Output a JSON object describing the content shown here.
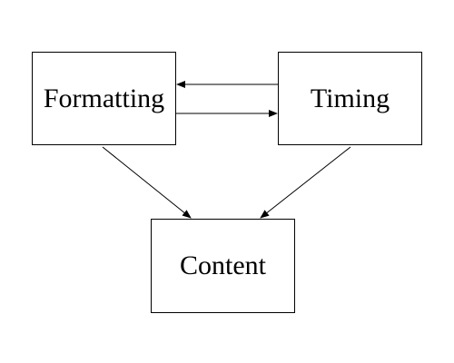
{
  "diagram": {
    "nodes": {
      "formatting": {
        "label": "Formatting"
      },
      "timing": {
        "label": "Timing"
      },
      "content": {
        "label": "Content"
      }
    },
    "edges": [
      {
        "from": "timing",
        "to": "formatting"
      },
      {
        "from": "formatting",
        "to": "timing"
      },
      {
        "from": "formatting",
        "to": "content"
      },
      {
        "from": "timing",
        "to": "content"
      }
    ]
  }
}
